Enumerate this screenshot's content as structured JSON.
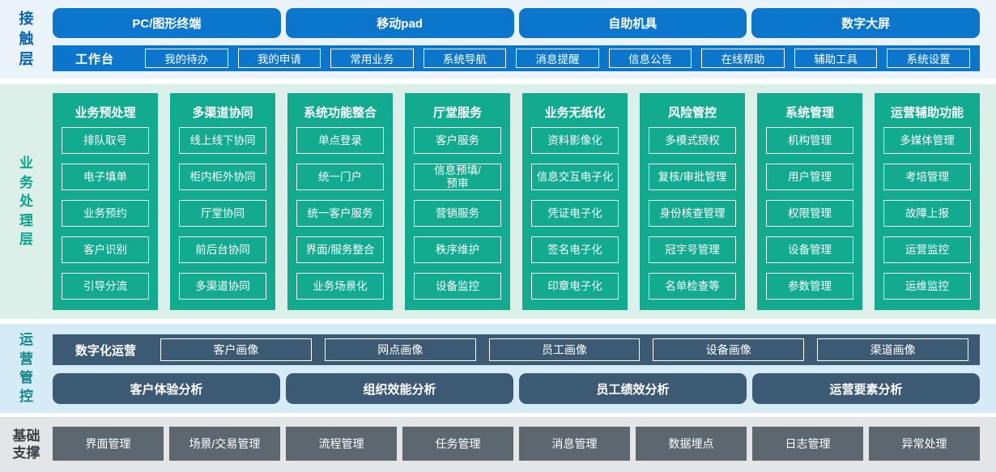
{
  "palette": {
    "blue": "#0b76cb",
    "green": "#12ab90",
    "slate": "#3d5a74",
    "gray": "#5d6770",
    "band1_bg": "#eaf3fa",
    "band2_bg": "#dcefe9",
    "band3_bg": "#d5ebf5",
    "band4_bg": "#e3e5e7"
  },
  "contact_layer": {
    "label": "接触层",
    "terminals": [
      "PC/图形终端",
      "移动pad",
      "自助机具",
      "数字大屏"
    ],
    "workbench": {
      "label": "工作台",
      "items": [
        "我的待办",
        "我的申请",
        "常用业务",
        "系统导航",
        "消息提醒",
        "信息公告",
        "在线帮助",
        "辅助工具",
        "系统设置"
      ]
    }
  },
  "business_layer": {
    "label": "业务处理层",
    "columns": [
      {
        "title": "业务预处理",
        "items": [
          "排队取号",
          "电子填单",
          "业务预约",
          "客户识别",
          "引导分流"
        ]
      },
      {
        "title": "多渠道协同",
        "items": [
          "线上线下协同",
          "柜内柜外协同",
          "厅堂协同",
          "前后台协同",
          "多渠道协同"
        ]
      },
      {
        "title": "系统功能整合",
        "items": [
          "单点登录",
          "统一门户",
          "统一客户服务",
          "界面/服务整合",
          "业务场景化"
        ]
      },
      {
        "title": "厅堂服务",
        "items": [
          "客户服务",
          "信息预填/\n预审",
          "营销服务",
          "秩序维护",
          "设备监控"
        ]
      },
      {
        "title": "业务无纸化",
        "items": [
          "资料影像化",
          "信息交互电子化",
          "凭证电子化",
          "签名电子化",
          "印章电子化"
        ]
      },
      {
        "title": "风险管控",
        "items": [
          "多模式授权",
          "复核/审批管理",
          "身份核查管理",
          "冠字号管理",
          "名单检查等"
        ]
      },
      {
        "title": "系统管理",
        "items": [
          "机构管理",
          "用户管理",
          "权限管理",
          "设备管理",
          "参数管理"
        ]
      },
      {
        "title": "运营辅助功能",
        "items": [
          "多媒体管理",
          "考培管理",
          "故障上报",
          "运营监控",
          "运维监控"
        ]
      }
    ]
  },
  "operations_layer": {
    "label": "运营管控",
    "digital_ops": {
      "label": "数字化运营",
      "items": [
        "客户画像",
        "网点画像",
        "员工画像",
        "设备画像",
        "渠道画像"
      ]
    },
    "analysis": [
      "客户体验分析",
      "组织效能分析",
      "员工绩效分析",
      "运营要素分析"
    ]
  },
  "foundation_layer": {
    "label": "基础支撑",
    "items": [
      "界面管理",
      "场景/交易管理",
      "流程管理",
      "任务管理",
      "消息管理",
      "数据埋点",
      "日志管理",
      "异常处理"
    ]
  }
}
